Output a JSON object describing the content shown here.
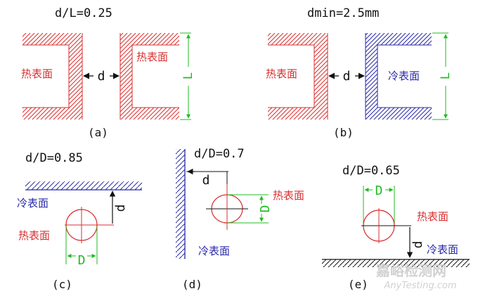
{
  "colors": {
    "hot": "#d93030",
    "cold": "#2a2aa8",
    "dim": "#22bb22",
    "ink": "#111111",
    "watermark": "#c9c9c9"
  },
  "panel_a": {
    "ratio": "d/L=0.25",
    "hot_left": "热表面",
    "hot_right": "热表面",
    "gap": "d",
    "length": "L",
    "caption": "(a)"
  },
  "panel_b": {
    "ratio": "dmin=2.5mm",
    "hot_left": "热表面",
    "cold_right": "冷表面",
    "gap": "d",
    "length": "L",
    "caption": "(b)"
  },
  "panel_c": {
    "ratio": "d/D=0.85",
    "cold": "冷表面",
    "hot": "热表面",
    "gap": "d",
    "diameter": "D",
    "caption": "(c)"
  },
  "panel_d": {
    "ratio": "d/D=0.7",
    "hot": "热表面",
    "cold": "冷表面",
    "gap": "d",
    "diameter": "D",
    "caption": "(d)"
  },
  "panel_e": {
    "ratio": "d/D=0.65",
    "hot": "热表面",
    "cold": "冷表面",
    "gap": "d",
    "diameter": "D",
    "caption": "(e)"
  },
  "watermark": {
    "cn": "嘉峪检测网",
    "en": "AnyTesting.com"
  }
}
